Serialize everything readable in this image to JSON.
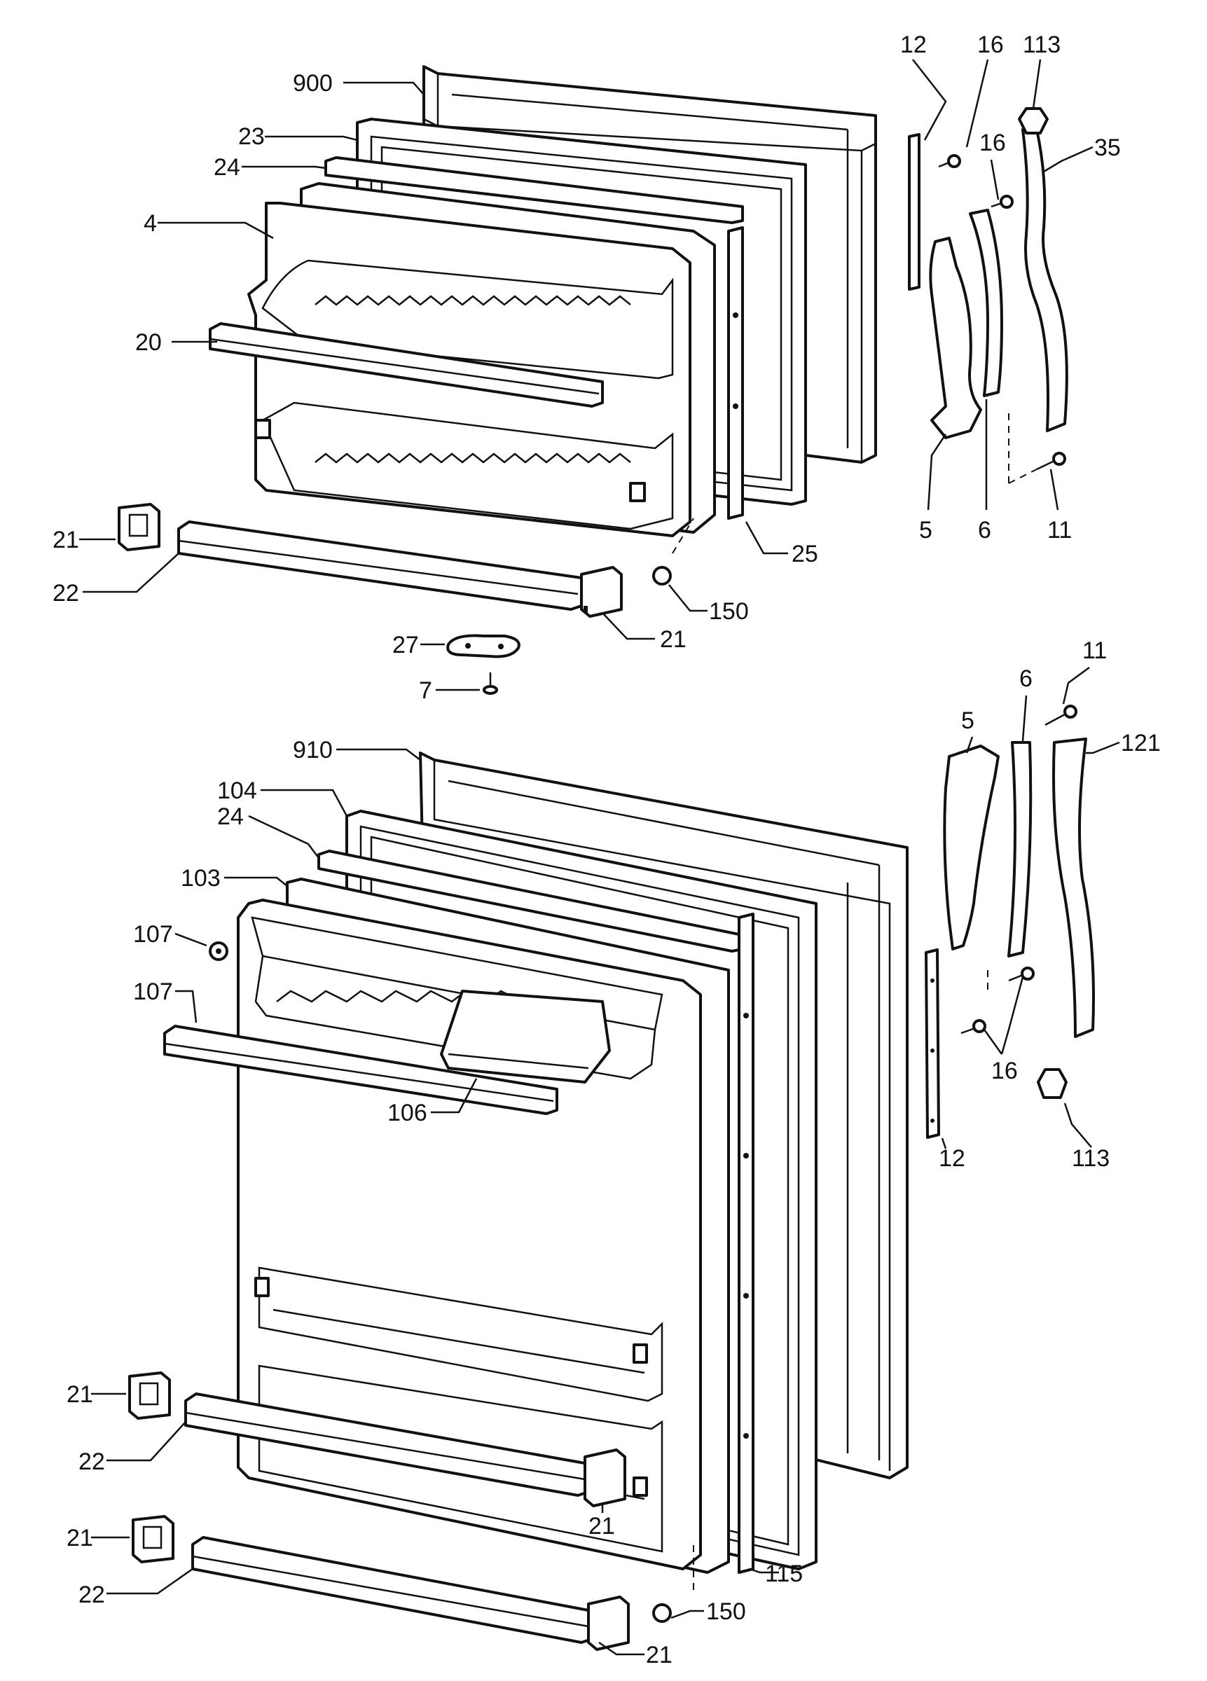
{
  "labels": {
    "l900": "900",
    "l23": "23",
    "l24a": "24",
    "l4": "4",
    "l20": "20",
    "l21a": "21",
    "l22a": "22",
    "l21b": "21",
    "l150a": "150",
    "l27": "27",
    "l7": "7",
    "l25": "25",
    "l12a": "12",
    "l16a": "16",
    "l113a": "113",
    "l16b": "16",
    "l35": "35",
    "l5a": "5",
    "l6a": "6",
    "l11a": "11",
    "l910": "910",
    "l104": "104",
    "l24b": "24",
    "l103": "103",
    "l107a": "107",
    "l107b": "107",
    "l106": "106",
    "l21c": "21",
    "l22b": "22",
    "l21d": "21",
    "l21e": "21",
    "l22c": "22",
    "l21f": "21",
    "l150b": "150",
    "l115": "115",
    "l5b": "5",
    "l6b": "6",
    "l11b": "11",
    "l121": "121",
    "l16c": "16",
    "l12b": "12",
    "l113b": "113"
  }
}
